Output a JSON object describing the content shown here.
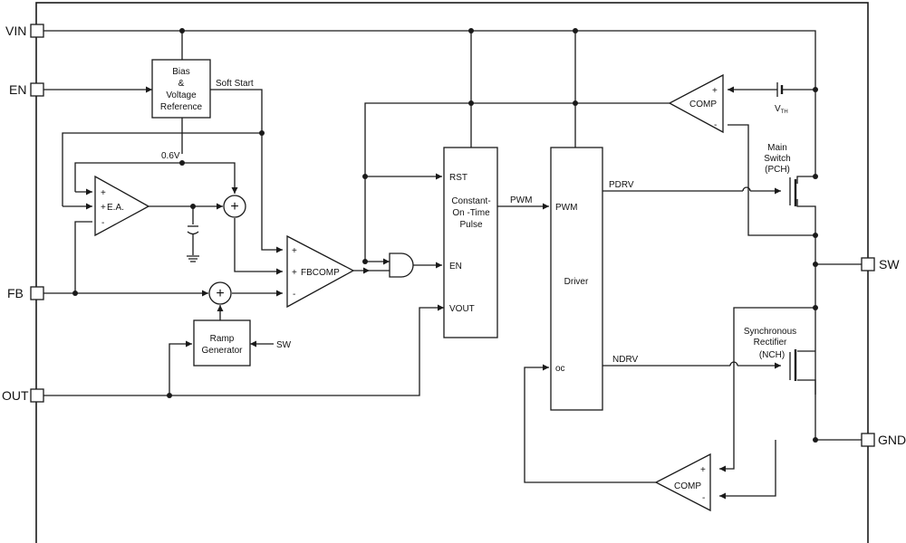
{
  "pins": {
    "vin": "VIN",
    "en": "EN",
    "fb": "FB",
    "out": "OUT",
    "sw": "SW",
    "gnd": "GND"
  },
  "blocks": {
    "bias": [
      "Bias",
      "&",
      "Voltage",
      "Reference"
    ],
    "ea": "E.A.",
    "fbcomp": "FBCOMP",
    "ramp": [
      "Ramp",
      "Generator"
    ],
    "cot": [
      "Constant-",
      "On -Time",
      "Pulse"
    ],
    "driver": "Driver",
    "comp_top": "COMP",
    "comp_bottom": "COMP"
  },
  "ports": {
    "rst": "RST",
    "en": "EN",
    "vout": "VOUT",
    "pwm": "PWM",
    "oc": "oc"
  },
  "signals": {
    "soft_start": "Soft Start",
    "ref": "0.6V",
    "pwm": "PWM",
    "pdrv": "PDRV",
    "ndrv": "NDRV",
    "sw_in": "SW",
    "vth": "V",
    "vth_sub": "TH"
  },
  "symbols": {
    "plus": "+",
    "minus": "-",
    "sum": "+"
  },
  "devices": {
    "main_switch": [
      "Main",
      "Switch",
      "(PCH)"
    ],
    "sync_rect": [
      "Synchronous",
      "Rectifier",
      "(NCH)"
    ]
  }
}
